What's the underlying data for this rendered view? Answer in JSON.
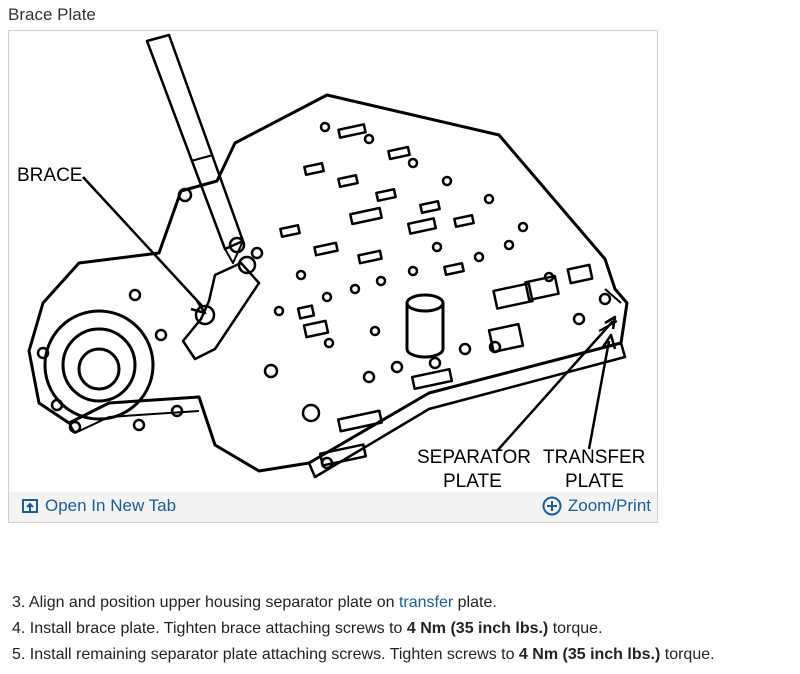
{
  "figure": {
    "caption": "Brace Plate",
    "labels": {
      "brace": "BRACE",
      "separator_line1": "SEPARATOR",
      "separator_line2": "PLATE",
      "transfer_line1": "TRANSFER",
      "transfer_line2": "PLATE"
    },
    "open_new_tab_label": "Open In New Tab",
    "zoom_print_label": "Zoom/Print",
    "open_icon": "open-in-new-tab-icon",
    "zoom_icon": "circle-plus-icon"
  },
  "steps": [
    {
      "number": "3.",
      "text_before": "Align and position upper housing separator plate on ",
      "link": "transfer",
      "text_after": " plate."
    },
    {
      "number": "4.",
      "text_before": "Install brace plate. Tighten brace attaching screws to ",
      "bold": "4 Nm (35 inch lbs.)",
      "text_after": " torque."
    },
    {
      "number": "5.",
      "text_before": "Install remaining separator plate attaching screws. Tighten screws to ",
      "bold": "4 Nm (35 inch lbs.)",
      "text_after": " torque."
    }
  ],
  "colors": {
    "link": "#1a5c96",
    "toolbar_bg": "#f3f3f3",
    "border": "#cfcfcf"
  }
}
